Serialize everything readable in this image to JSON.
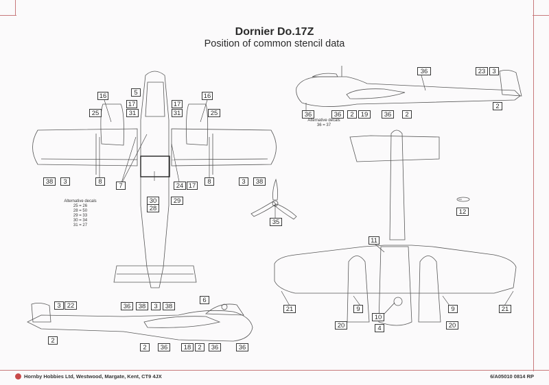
{
  "header": {
    "title": "Dornier Do.17Z",
    "subtitle": "Position of common stencil data"
  },
  "notes": {
    "alt_left": [
      "Alternative decals",
      "25 = 26",
      "28 = 50",
      "29 = 33",
      "30 = 34",
      "31 = 27"
    ],
    "alt_side": [
      "Alternative decals",
      "36 = 37"
    ]
  },
  "callouts": {
    "plan": [
      "5",
      "16",
      "16",
      "17",
      "31",
      "31",
      "17",
      "25",
      "25",
      "38",
      "3",
      "8",
      "7",
      "24",
      "17",
      "8",
      "3",
      "38",
      "30",
      "28",
      "29",
      "36",
      "38",
      "3",
      "38"
    ],
    "side_top": [
      "36",
      "23",
      "3",
      "36",
      "36",
      "2",
      "19",
      "36",
      "2",
      "2"
    ],
    "prop": [
      "35"
    ],
    "side_bottom": [
      "6",
      "3",
      "22",
      "2",
      "2",
      "36",
      "18",
      "2",
      "36",
      "36"
    ],
    "front": [
      "12",
      "11",
      "21",
      "9",
      "10",
      "9",
      "21",
      "20",
      "4",
      "20"
    ]
  },
  "footer": {
    "left": "Hornby Hobbies Ltd, Westwood, Margate, Kent, CT9 4JX",
    "right": "6/A05010 0814 RP",
    "logo": "hornby-logo"
  }
}
